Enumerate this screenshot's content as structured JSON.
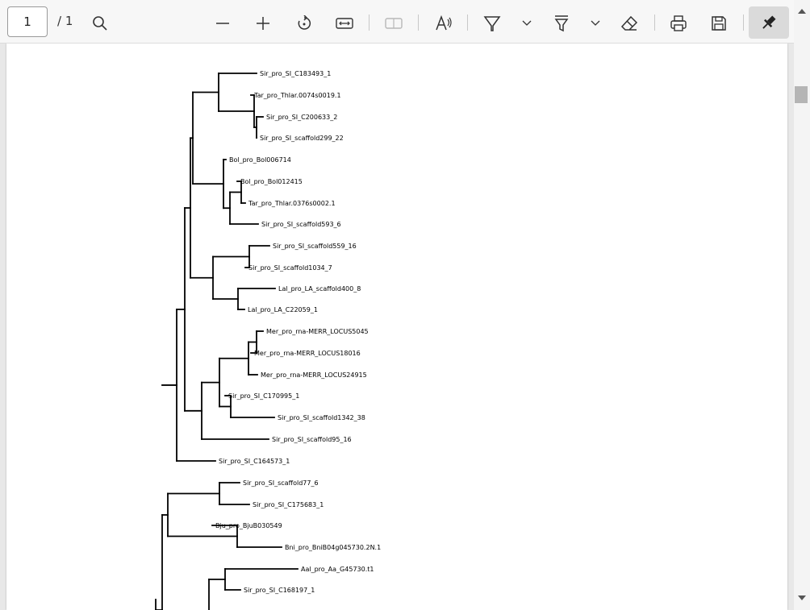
{
  "toolbar": {
    "page_number": "1",
    "page_total": "/ 1",
    "icons": [
      "search-icon",
      "zoom-out-icon",
      "zoom-in-icon",
      "rotate-icon",
      "fit-width-icon",
      "page-view-icon",
      "read-aloud-icon",
      "draw-icon",
      "chevron-down-icon",
      "highlight-icon",
      "chevron-down-icon",
      "eraser-icon",
      "print-icon",
      "save-icon",
      "pin-icon"
    ]
  },
  "tree": {
    "leaves": [
      "Sir_pro_SI_C183493_1",
      "Tar_pro_Thlar.0074s0019.1",
      "Sir_pro_SI_C200633_2",
      "Sir_pro_SI_scaffold299_22",
      "Bol_pro_Bol006714",
      "Bol_pro_Bol012415",
      "Tar_pro_Thlar.0376s0002.1",
      "Sir_pro_SI_scaffold593_6",
      "Sir_pro_SI_scaffold559_16",
      "Sir_pro_SI_scaffold1034_7",
      "Lal_pro_LA_scaffold400_8",
      "Lal_pro_LA_C22059_1",
      "Mer_pro_rna-MERR_LOCUS5045",
      "Mer_pro_rna-MERR_LOCUS18016",
      "Mer_pro_rna-MERR_LOCUS24915",
      "Sir_pro_SI_C170995_1",
      "Sir_pro_SI_scaffold1342_38",
      "Sir_pro_SI_scaffold95_16",
      "Sir_pro_SI_C164573_1",
      "Sir_pro_SI_scaffold77_6",
      "Sir_pro_SI_C175683_1",
      "Bju_pro_BjuB030549",
      "Bni_pro_BniB04g045730.2N.1",
      "Aal_pro_Aa_G45730.t1",
      "Sir_pro_SI_C168197_1"
    ]
  }
}
